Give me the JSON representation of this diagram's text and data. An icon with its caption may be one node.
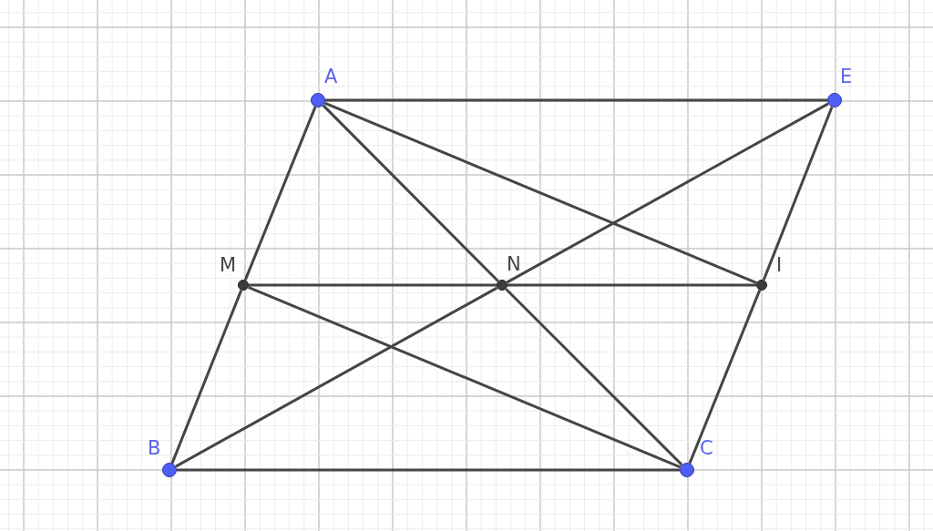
{
  "diagram": {
    "nodes": [
      {
        "text": [
          "A"
        ]
      },
      {
        "text": [
          "E"
        ]
      },
      {
        "text": [
          "M"
        ]
      },
      {
        "text": [
          "N"
        ]
      },
      {
        "text": [
          "I"
        ]
      },
      {
        "text": [
          "B"
        ]
      },
      {
        "text": [
          "C"
        ]
      }
    ],
    "edges": [
      {
        "from": 0,
        "to": 1,
        "arrow": "none"
      },
      {
        "from": 0,
        "to": 2,
        "arrow": "none"
      },
      {
        "from": 2,
        "to": 5,
        "arrow": "none"
      },
      {
        "from": 5,
        "to": 6,
        "arrow": "none"
      },
      {
        "from": 6,
        "to": 4,
        "arrow": "none"
      },
      {
        "from": 4,
        "to": 1,
        "arrow": "none"
      },
      {
        "from": 0,
        "to": 3,
        "arrow": "none"
      },
      {
        "from": 3,
        "to": 6,
        "arrow": "none"
      },
      {
        "from": 5,
        "to": 3,
        "arrow": "none"
      },
      {
        "from": 3,
        "to": 1,
        "arrow": "none"
      },
      {
        "from": 2,
        "to": 3,
        "arrow": "none"
      },
      {
        "from": 3,
        "to": 4,
        "arrow": "none"
      },
      {
        "from": 0,
        "to": 4,
        "arrow": "none"
      },
      {
        "from": 2,
        "to": 6,
        "arrow": "none"
      }
    ]
  }
}
